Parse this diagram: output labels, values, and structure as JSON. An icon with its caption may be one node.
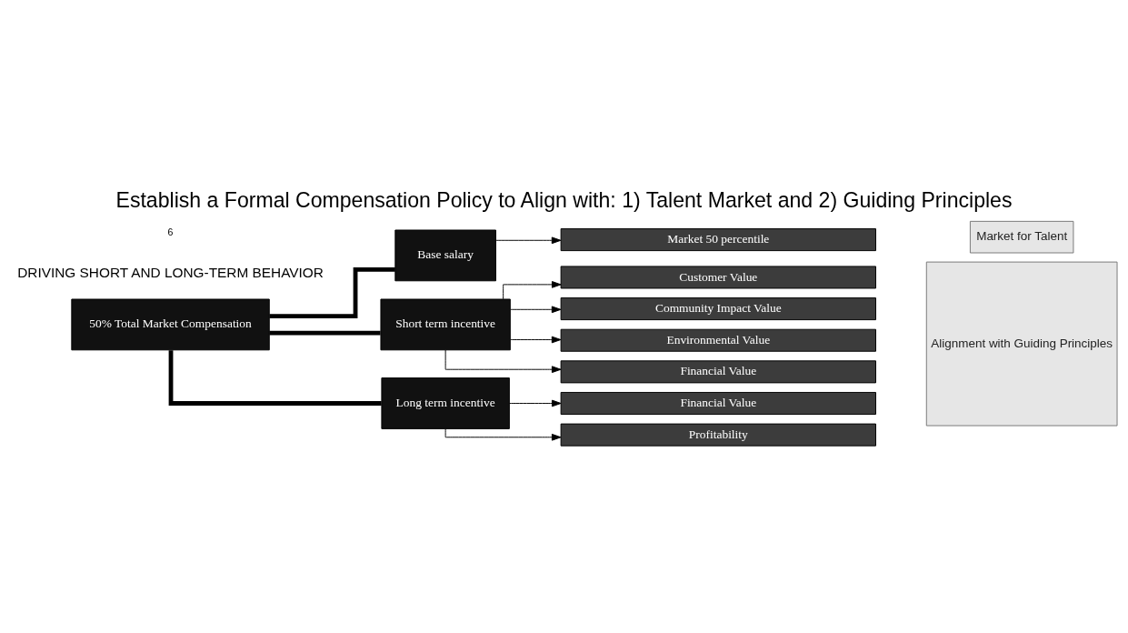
{
  "diagram": {
    "title": "Establish a Formal Compensation Policy to Align with: 1) Talent Market and 2) Guiding Principles",
    "nodes": [
      {
        "text": [
          "50% Total Market Compensation"
        ]
      },
      {
        "text": [
          "Base salary"
        ]
      },
      {
        "text": [
          "Short term incentive"
        ]
      },
      {
        "text": [
          "Long term incentive"
        ]
      },
      {
        "text": [
          "Market 50 percentile"
        ]
      },
      {
        "text": [
          "Customer Value"
        ]
      },
      {
        "text": [
          "Community Impact Value"
        ]
      },
      {
        "text": [
          "Environmental Value"
        ]
      },
      {
        "text": [
          "Financial Value"
        ]
      },
      {
        "text": [
          "Financial Value"
        ]
      },
      {
        "text": [
          "Profitability"
        ]
      },
      {
        "text": [
          "Market for Talent"
        ]
      },
      {
        "text": [
          "Alignment with Guiding Principles"
        ]
      }
    ],
    "edges": [
      {
        "from": 0,
        "to": 1,
        "arrow": "none",
        "style": "thick"
      },
      {
        "from": 0,
        "to": 2,
        "arrow": "none",
        "style": "thick"
      },
      {
        "from": 0,
        "to": 3,
        "arrow": "none",
        "style": "thick"
      },
      {
        "from": 1,
        "to": 4,
        "arrow": "to"
      },
      {
        "from": 2,
        "to": 5,
        "arrow": "to"
      },
      {
        "from": 2,
        "to": 6,
        "arrow": "to"
      },
      {
        "from": 2,
        "to": 7,
        "arrow": "to"
      },
      {
        "from": 2,
        "to": 8,
        "arrow": "to"
      },
      {
        "from": 3,
        "to": 9,
        "arrow": "to"
      },
      {
        "from": 3,
        "to": 10,
        "arrow": "to"
      }
    ],
    "labels": [
      "DRIVING SHORT AND LONG-TERM BEHAVIOR",
      "6"
    ]
  }
}
